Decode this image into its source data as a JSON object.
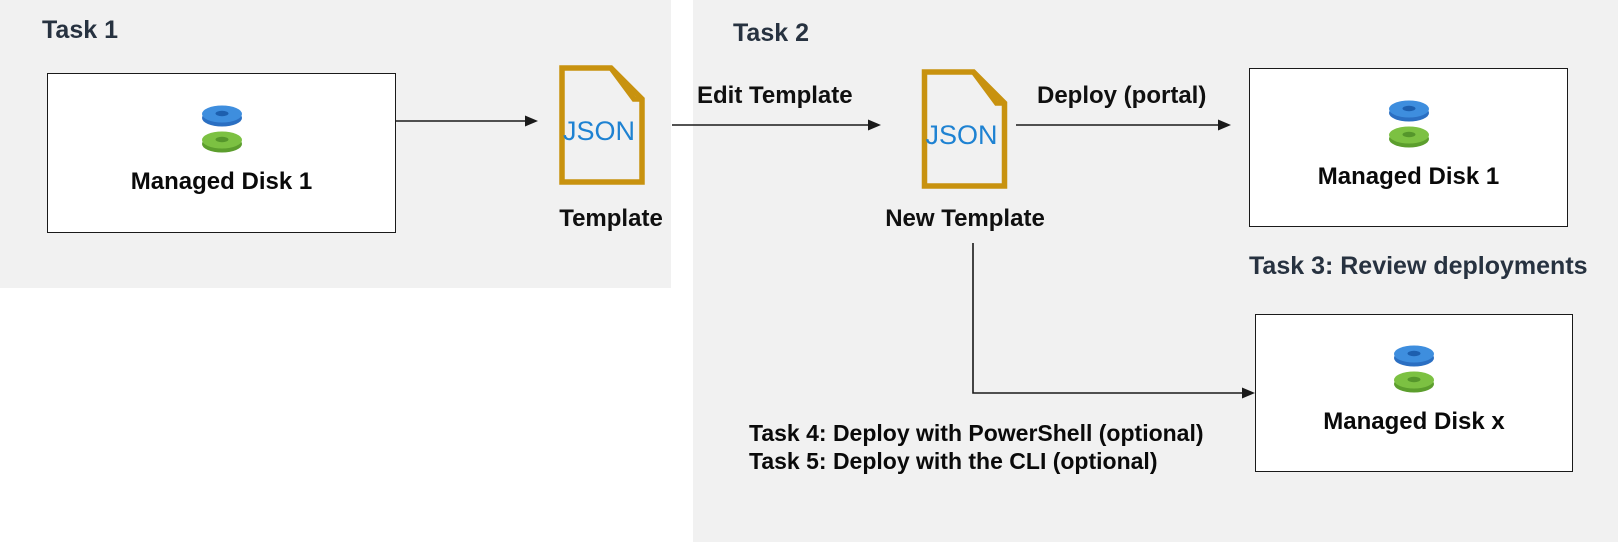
{
  "task1": {
    "heading": "Task 1",
    "disk_box_label": "Managed Disk 1",
    "json_text": "JSON",
    "template_label": "Template"
  },
  "task2": {
    "heading": "Task 2",
    "edit_arrow_label": "Edit Template",
    "json_text": "JSON",
    "template_label": "New Template",
    "deploy_arrow_label": "Deploy (portal)",
    "deployed_disk_label": "Managed Disk 1",
    "task3_heading": "Task 3: Review deployments",
    "optional_disk_label": "Managed Disk x",
    "task4_label": "Task 4: Deploy with PowerShell (optional)",
    "task5_label": "Task 5: Deploy with the CLI (optional)"
  },
  "colors": {
    "panel_background": "#f1f1f1",
    "heading_navy": "#273240",
    "body_text_black": "#0a0a0a",
    "json_file_gold": "#c8920f",
    "json_text_blue": "#1e82d2",
    "disk_blue_top": "#3e8ede",
    "disk_blue_side": "#2b6fc2",
    "disk_blue_hole": "#1d5fae",
    "disk_green_top": "#7cc142",
    "disk_green_side": "#5c9e2d",
    "disk_green_hole": "#55962b",
    "arrow_black": "#1a1a1a"
  }
}
